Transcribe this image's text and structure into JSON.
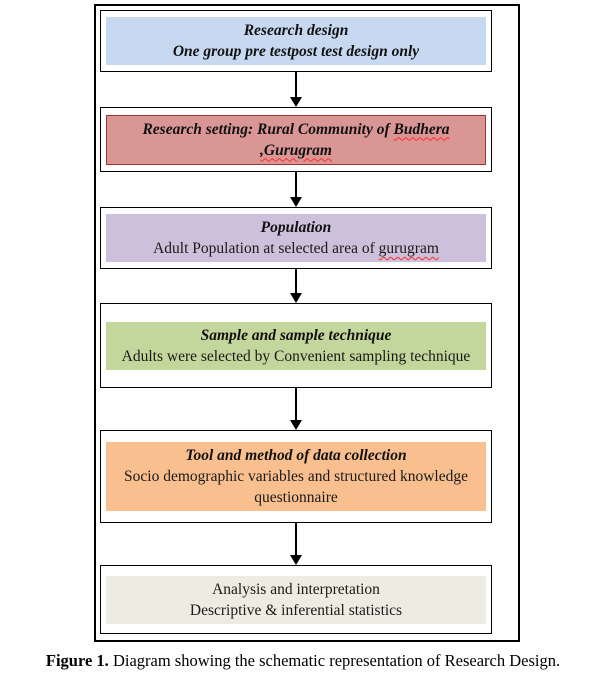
{
  "caption": {
    "label": "Figure 1.",
    "text": " Diagram showing the schematic representation of Research Design."
  },
  "arrow_color": "#000000",
  "frame_border_color": "#000000",
  "boxes": [
    {
      "id": "research-design",
      "fill": "#c6d9f1",
      "border": "none",
      "min_height": 62,
      "lines": [
        {
          "style": "title",
          "segments": [
            {
              "text": "Research design",
              "wavy": false
            }
          ]
        },
        {
          "style": "title",
          "segments": [
            {
              "text": "One group pre testpost test design only",
              "wavy": false
            }
          ]
        }
      ]
    },
    {
      "id": "research-setting",
      "fill": "#d99694",
      "border": "#953735",
      "min_height": 65,
      "lines": [
        {
          "style": "title",
          "segments": [
            {
              "text": "Research setting: Rural Community of ",
              "wavy": false
            },
            {
              "text": "Budhera",
              "wavy": true
            }
          ]
        },
        {
          "style": "title",
          "segments": [
            {
              "text": ",Gurugram",
              "wavy": true
            }
          ]
        }
      ]
    },
    {
      "id": "population",
      "fill": "#ccc0da",
      "border": "none",
      "min_height": 62,
      "lines": [
        {
          "style": "title",
          "segments": [
            {
              "text": "Population",
              "wavy": false
            }
          ]
        },
        {
          "style": "body",
          "segments": [
            {
              "text": "Adult Population at selected area of ",
              "wavy": false
            },
            {
              "text": "gurugram",
              "wavy": true
            }
          ]
        }
      ]
    },
    {
      "id": "sample-technique",
      "fill": "#c3d69b",
      "border": "none",
      "min_height": 85,
      "lines": [
        {
          "style": "title",
          "segments": [
            {
              "text": "Sample and sample technique",
              "wavy": false
            }
          ]
        },
        {
          "style": "body",
          "segments": [
            {
              "text": "Adults were selected by Convenient sampling technique",
              "wavy": false
            }
          ]
        }
      ]
    },
    {
      "id": "tool-method",
      "fill": "#fabf8f",
      "border": "none",
      "min_height": 93,
      "lines": [
        {
          "style": "title",
          "segments": [
            {
              "text": "Tool and method of data collection",
              "wavy": false
            }
          ]
        },
        {
          "style": "body",
          "segments": [
            {
              "text": "Socio demographic variables and structured knowledge questionnaire",
              "wavy": false
            }
          ]
        }
      ]
    },
    {
      "id": "analysis",
      "fill": "#eeece1",
      "border": "none",
      "min_height": 69,
      "lines": [
        {
          "style": "body",
          "segments": [
            {
              "text": "Analysis and interpretation",
              "wavy": false
            }
          ]
        },
        {
          "style": "body",
          "segments": [
            {
              "text": "Descriptive & inferential statistics",
              "wavy": false
            }
          ]
        }
      ]
    }
  ],
  "arrow_heights": [
    35,
    35,
    34,
    42,
    42
  ]
}
